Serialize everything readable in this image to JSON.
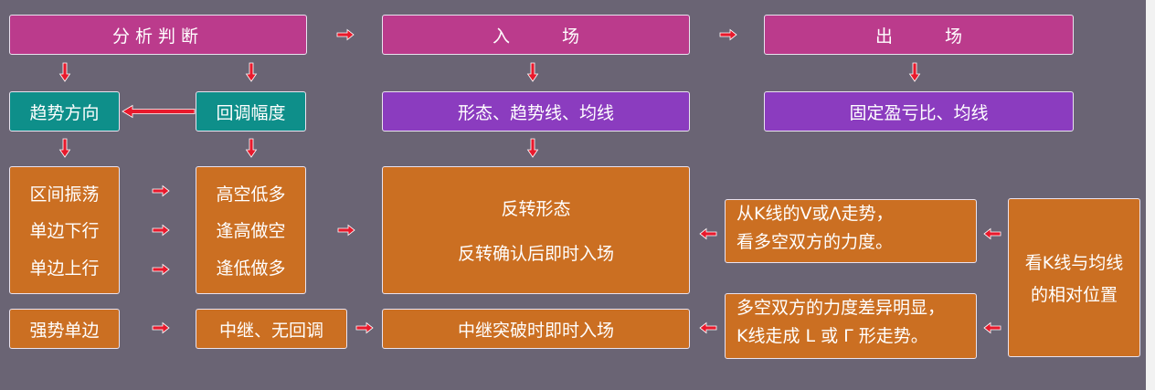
{
  "stages": {
    "analysis": "分析判断",
    "entry": "入　　　场",
    "exit": "出　　　场"
  },
  "trend_direction": "趋势方向",
  "pullback": "回调幅度",
  "entry_basis": "形态、趋势线、均线",
  "exit_basis": "固定盈亏比、均线",
  "markets": [
    "区间振荡",
    "单边下行",
    "单边上行"
  ],
  "tactics": [
    "高空低多",
    "逢高做空",
    "逢低做多"
  ],
  "reversal": [
    "反转形态",
    "反转确认后即时入场"
  ],
  "k_v_note": [
    "从K线的V或Λ走势，",
    "看多空双方的力度。"
  ],
  "strong": "强势单边",
  "relay": "中继、无回调",
  "relay_entry": "中继突破时即时入场",
  "k_l_note": [
    "多空双方的力度差异明显，",
    "K线走成 L 或 Γ 形走势。"
  ],
  "k_vs_ma": [
    "看K线与均线",
    "的相对位置"
  ],
  "colors": {
    "arrow": "#e8192c",
    "stage": "#bb3b8c",
    "teal": "#0e8f8a",
    "purple": "#8b3cbf",
    "orange": "#cb6f22"
  }
}
